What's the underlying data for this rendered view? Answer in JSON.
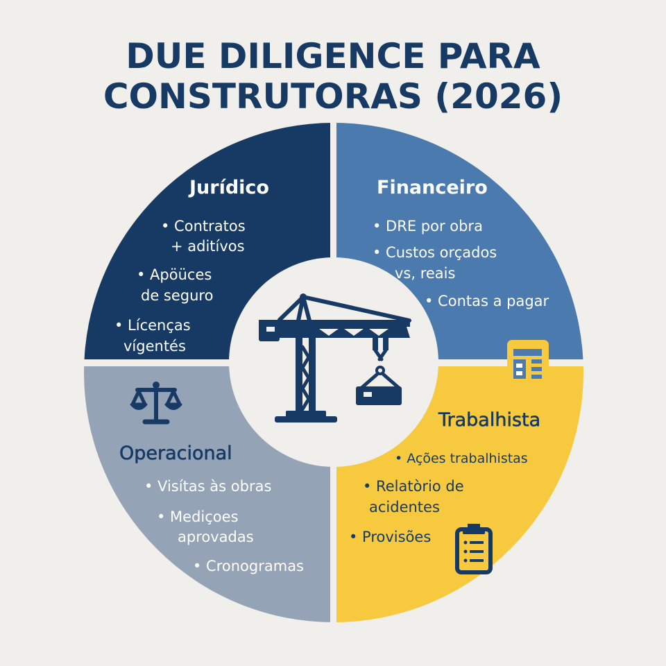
{
  "title": {
    "line1": "DUE DILIGENCE PARA",
    "line2": "CONSTRUTORAS (2026)"
  },
  "colors": {
    "background": "#f1efec",
    "juridico": "#163a63",
    "financeiro": "#4a7aae",
    "operacional": "#94a3b6",
    "trabalhista": "#f6c93f",
    "center": "#f1efec",
    "icon": "#163a63"
  },
  "center_icon": "crane-icon",
  "quadrants": {
    "juridico": {
      "title": "Jurídico",
      "items": [
        "• Contratos",
        "+ aditívos",
        "• Apöüces",
        "de seguro",
        "• Lícenças",
        "vígentés"
      ]
    },
    "financeiro": {
      "title": "Financeiro",
      "icon": "spreadsheet-icon",
      "items": [
        "• DRE por obra",
        "• Custos orçados",
        "vs, reais",
        "• Contas a pagar"
      ]
    },
    "operacional": {
      "title": "Operacional",
      "icon": "scales-icon",
      "items": [
        "• Visítas às obras",
        "• Mediçoes",
        "aprovadas",
        "• Cronogramas"
      ]
    },
    "trabalhista": {
      "title": "Trabalhista",
      "icon": "clipboard-icon",
      "items": [
        "• Ações trabalhistas",
        "• Relatòrio de",
        "acidentes",
        "• Provisões"
      ]
    }
  }
}
